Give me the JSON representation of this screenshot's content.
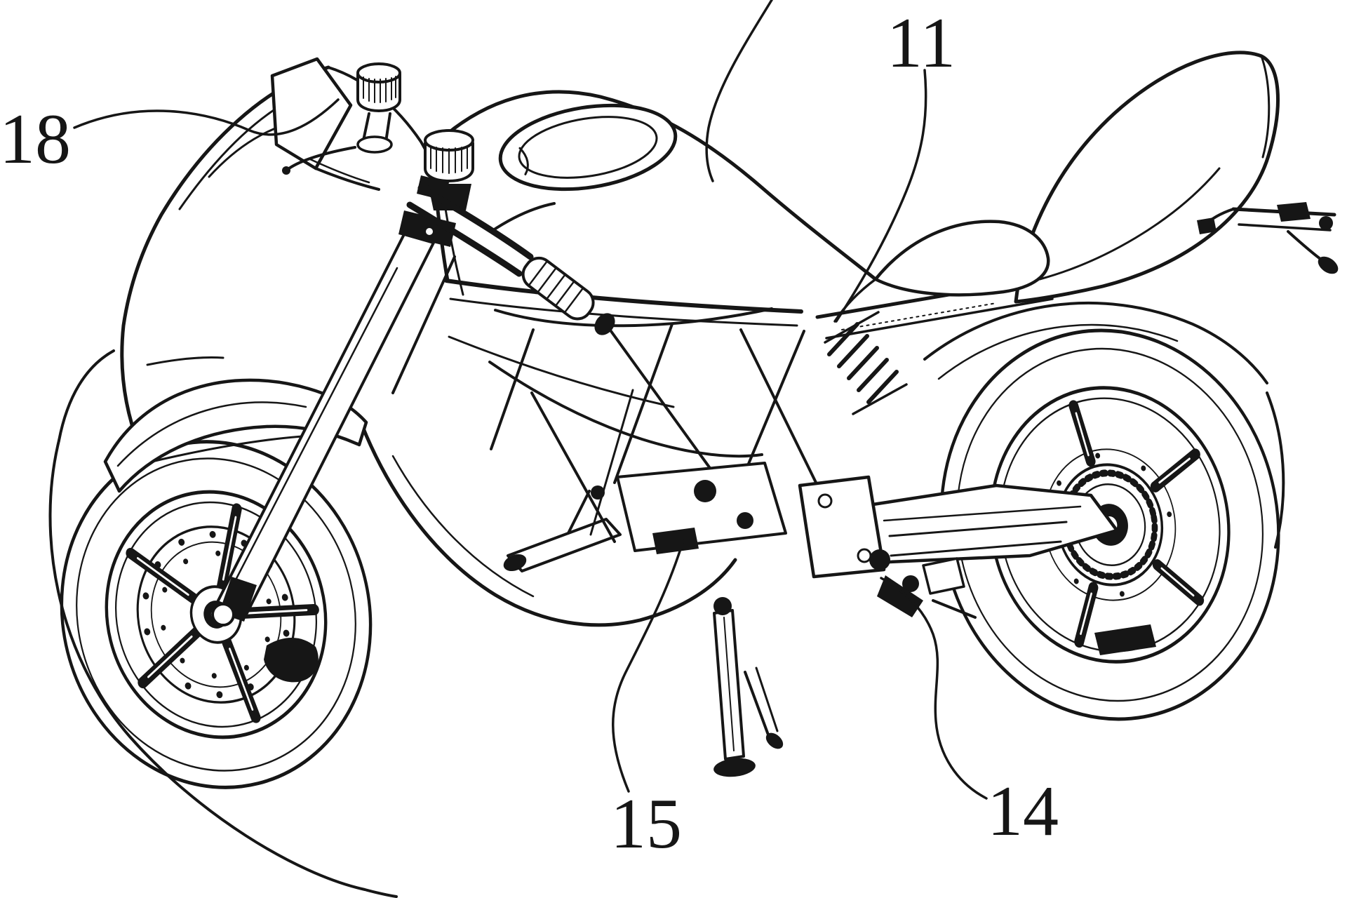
{
  "figure": {
    "type": "patent-line-drawing",
    "subject": "sport motorcycle, left-side three-quarter view, parked on kickstand",
    "background_color": "#ffffff",
    "line_color": "#161616",
    "labels": [
      {
        "id": "18",
        "text": "18"
      },
      {
        "id": "11",
        "text": "11"
      },
      {
        "id": "15",
        "text": "15"
      },
      {
        "id": "14",
        "text": "14"
      }
    ],
    "parts": [
      "front-fairing-windscreen",
      "mirror",
      "handlebar-reservoir-caps",
      "fuel-tank",
      "tank-filler-cap",
      "seat",
      "tail-cowl",
      "license-bracket",
      "frame-trellis",
      "rear-shock",
      "swingarm",
      "front-fork",
      "front-wheel",
      "rear-wheel",
      "front-fender",
      "brake-discs",
      "belt-drive-pulley",
      "kickstand",
      "footpeg",
      "belly-fairing"
    ]
  }
}
